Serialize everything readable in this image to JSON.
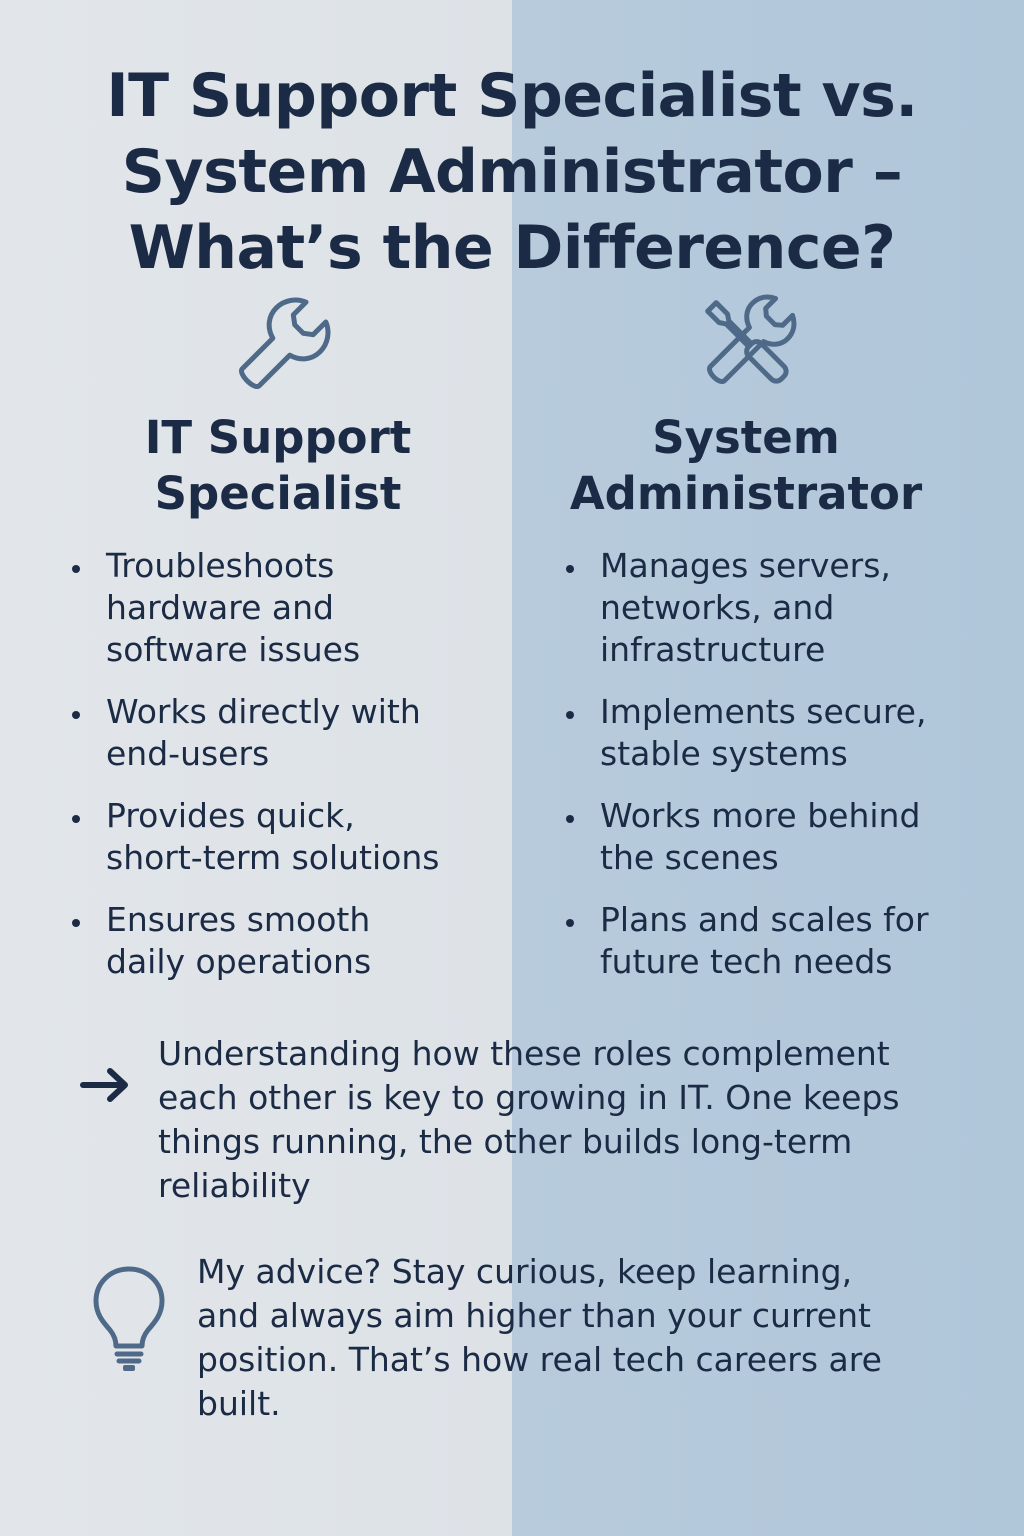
{
  "title": {
    "line1": "IT Support Specialist vs.",
    "line2": "System Administrator –",
    "line3": "What’s the Difference?"
  },
  "colors": {
    "text": "#1c2b45",
    "icon": "#4f6a88",
    "left_bg": "#e2e6ea",
    "right_bg": "#b7cbdc"
  },
  "left": {
    "icon": "wrench-icon",
    "heading_line1": "IT Support",
    "heading_line2": "Specialist",
    "items": [
      {
        "l1": "Troubleshoots",
        "l2": "hardware and",
        "l3": "software issues"
      },
      {
        "l1": "Works directly with",
        "l2": "end-users"
      },
      {
        "l1": "Provides quick,",
        "l2": "short-term solutions"
      },
      {
        "l1": "Ensures smooth",
        "l2": "daily operations"
      }
    ]
  },
  "right": {
    "icon": "screwdriver-wrench-icon",
    "heading_line1": "System",
    "heading_line2": "Administrator",
    "items": [
      {
        "l1": "Manages servers,",
        "l2": "networks, and",
        "l3": "infrastructure"
      },
      {
        "l1": "Implements secure,",
        "l2": "stable systems"
      },
      {
        "l1": "Works more behind",
        "l2": "the scenes"
      },
      {
        "l1": "Plans and scales for",
        "l2": "future tech needs"
      }
    ]
  },
  "summary": {
    "icon": "arrow-right-icon",
    "line1": "Understanding how these roles complement",
    "line2": "each other is key to growing in IT. One keeps",
    "line3": "things running, the other builds long-term",
    "line4": "reliability"
  },
  "advice": {
    "icon": "lightbulb-icon",
    "line1": "My advice? Stay curious, keep learning,",
    "line2": "and always aim higher than your current",
    "line3": "position. That’s how real tech careers are",
    "line4": "built."
  }
}
